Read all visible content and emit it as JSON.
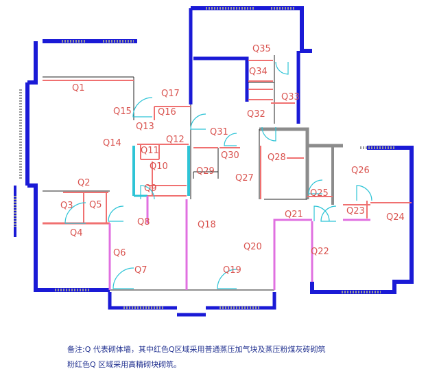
{
  "colors": {
    "structural": "#1a1ad6",
    "masonry": "#f07070",
    "highprecision": "#e070e0",
    "interior": "#222222",
    "cyan": "#2ec4d6",
    "grey": "#8c8c8c",
    "label": "#d9534f",
    "note": "#1f2f8f"
  },
  "labels": [
    "Q1",
    "Q2",
    "Q3",
    "Q4",
    "Q5",
    "Q6",
    "Q7",
    "Q8",
    "Q9",
    "Q10",
    "Q11",
    "Q12",
    "Q13",
    "Q14",
    "Q15",
    "Q16",
    "Q17",
    "Q18",
    "Q19",
    "Q20",
    "Q21",
    "Q22",
    "Q23",
    "Q24",
    "Q25",
    "Q26",
    "Q27",
    "Q28",
    "Q29",
    "Q30",
    "Q31",
    "Q32",
    "Q33",
    "Q34",
    "Q35"
  ],
  "note": {
    "line1": "备注:Q 代表砌体墙，其中红色Q区域采用普通蒸压加气块及蒸压粉煤灰砖砌筑",
    "line2": "粉红色Q 区域采用高精砌块砌筑。"
  }
}
